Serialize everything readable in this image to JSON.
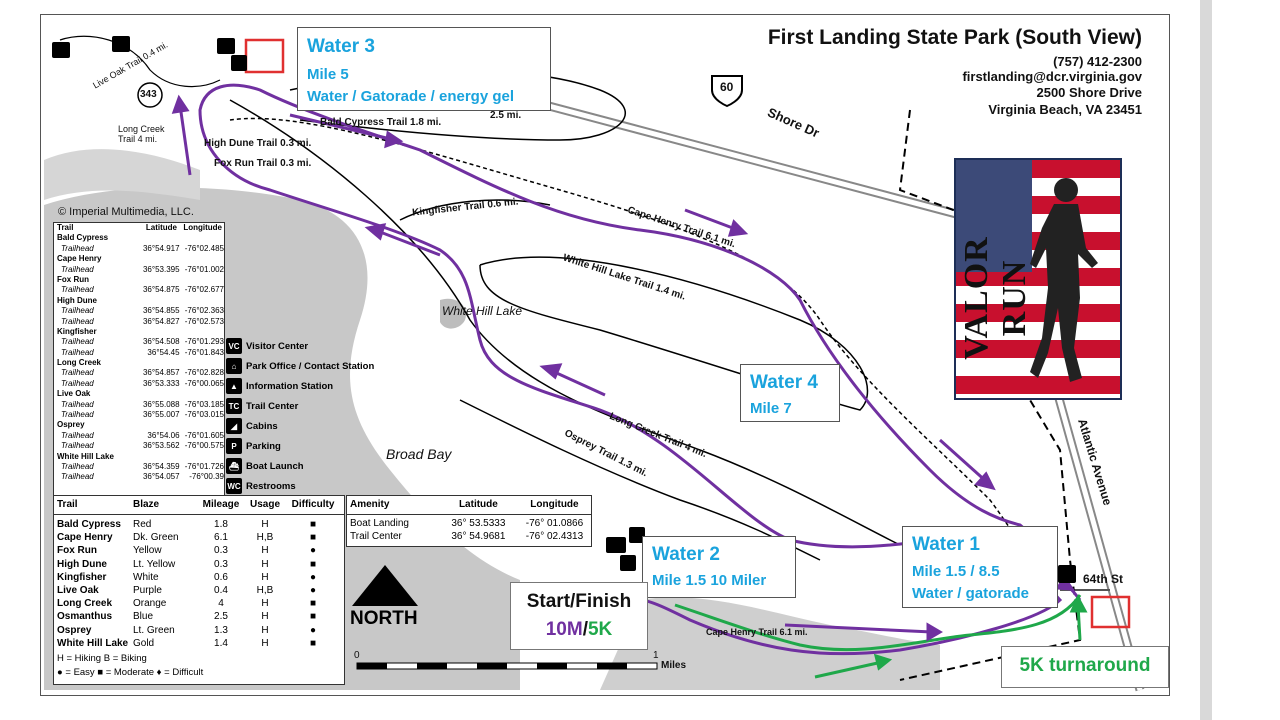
{
  "header": {
    "title": "First Landing State Park (South View)",
    "phone": "(757) 412-2300",
    "email": "firstlanding@dcr.virginia.gov",
    "street": "2500 Shore Drive",
    "city": "Virginia Beach, VA 23451"
  },
  "copyright": "© Imperial Multimedia, LLC.",
  "water_stations": [
    {
      "title": "Water 3",
      "line1": "Mile 5",
      "line2": "Water / Gatorade / energy gel"
    },
    {
      "title": "Water 4",
      "line1": "Mile 7",
      "line2": ""
    },
    {
      "title": "Water 2",
      "line1": "Mile 1.5 10 Miler",
      "line2": ""
    },
    {
      "title": "Water 1",
      "line1": "Mile 1.5 / 8.5",
      "line2": "Water / gatorade"
    }
  ],
  "start_finish": {
    "title": "Start/Finish",
    "ten_mile": "10M",
    "slash": "/",
    "five_k": "5K"
  },
  "turnaround": "5K turnaround",
  "colors": {
    "route_10m": "#7030a0",
    "route_5k": "#1fa84a",
    "water_text": "#1aa3dd",
    "marker": "#e03030"
  },
  "map_labels": {
    "shore_dr": "Shore Dr",
    "route_60": "60",
    "route_343": "343",
    "atlantic_ave": "Atlantic Avenue",
    "st_64": "64th St",
    "broad_bay": "Broad Bay",
    "white_hill_lake": "White Hill Lake",
    "bald_cypress": "Bald Cypress Trail 1.8 mi.",
    "high_dune": "High Dune Trail 0.3 mi.",
    "fox_run": "Fox Run Trail 0.3 mi.",
    "kingfisher": "Kingfisher Trail 0.6 mi.",
    "cape_henry": "Cape Henry Trail 6.1 mi.",
    "white_hill_trail": "White Hill Lake Trail 1.4 mi.",
    "long_creek": "Long Creek Trail 4 mi.",
    "osprey": "Osprey Trail 1.3 mi.",
    "live_oak": "Live Oak Trail 0.4 mi.",
    "long_creek_small": "Long Creek Trail 4 mi.",
    "osmanthus": "2.5 mi.",
    "cape_henry_bottom": "Cape Henry Trail 6.1 mi.",
    "north": "NORTH",
    "scale_0": "0",
    "scale_1": "1",
    "scale_unit": "Miles"
  },
  "coord_table": {
    "headers": [
      "Trail",
      "Latitude",
      "Longitude"
    ],
    "rows": [
      {
        "name": "Bald Cypress",
        "group": true,
        "lat": "",
        "lon": ""
      },
      {
        "name": "Trailhead",
        "group": false,
        "lat": "36°54.917",
        "lon": "-76°02.485"
      },
      {
        "name": "Cape Henry",
        "group": true,
        "lat": "",
        "lon": ""
      },
      {
        "name": "Trailhead",
        "group": false,
        "lat": "36°53.395",
        "lon": "-76°01.002"
      },
      {
        "name": "Fox Run",
        "group": true,
        "lat": "",
        "lon": ""
      },
      {
        "name": "Trailhead",
        "group": false,
        "lat": "36°54.875",
        "lon": "-76°02.677"
      },
      {
        "name": "High Dune",
        "group": true,
        "lat": "",
        "lon": ""
      },
      {
        "name": "Trailhead",
        "group": false,
        "lat": "36°54.855",
        "lon": "-76°02.363"
      },
      {
        "name": "Trailhead",
        "group": false,
        "lat": "36°54.827",
        "lon": "-76°02.573"
      },
      {
        "name": "Kingfisher",
        "group": true,
        "lat": "",
        "lon": ""
      },
      {
        "name": "Trailhead",
        "group": false,
        "lat": "36°54.508",
        "lon": "-76°01.293"
      },
      {
        "name": "Trailhead",
        "group": false,
        "lat": "36°54.45",
        "lon": "-76°01.843"
      },
      {
        "name": "Long Creek",
        "group": true,
        "lat": "",
        "lon": ""
      },
      {
        "name": "Trailhead",
        "group": false,
        "lat": "36°54.857",
        "lon": "-76°02.828"
      },
      {
        "name": "Trailhead",
        "group": false,
        "lat": "36°53.333",
        "lon": "-76°00.065"
      },
      {
        "name": "Live Oak",
        "group": true,
        "lat": "",
        "lon": ""
      },
      {
        "name": "Trailhead",
        "group": false,
        "lat": "36°55.088",
        "lon": "-76°03.185"
      },
      {
        "name": "Trailhead",
        "group": false,
        "lat": "36°55.007",
        "lon": "-76°03.015"
      },
      {
        "name": "Osprey",
        "group": true,
        "lat": "",
        "lon": ""
      },
      {
        "name": "Trailhead",
        "group": false,
        "lat": "36°54.06",
        "lon": "-76°01.605"
      },
      {
        "name": "Trailhead",
        "group": false,
        "lat": "36°53.562",
        "lon": "-76°00.575"
      },
      {
        "name": "White Hill Lake",
        "group": true,
        "lat": "",
        "lon": ""
      },
      {
        "name": "Trailhead",
        "group": false,
        "lat": "36°54.359",
        "lon": "-76°01.726"
      },
      {
        "name": "Trailhead",
        "group": false,
        "lat": "36°54.057",
        "lon": "-76°00.39"
      }
    ]
  },
  "legend": [
    {
      "abbr": "VC",
      "label": "Visitor Center"
    },
    {
      "abbr": "⌂",
      "label": "Park Office / Contact Station"
    },
    {
      "abbr": "▲",
      "label": "Information Station"
    },
    {
      "abbr": "TC",
      "label": "Trail Center"
    },
    {
      "abbr": "◢",
      "label": "Cabins"
    },
    {
      "abbr": "P",
      "label": "Parking"
    },
    {
      "abbr": "⛴",
      "label": "Boat Launch"
    },
    {
      "abbr": "WC",
      "label": "Restrooms"
    }
  ],
  "mileage_table": {
    "headers": [
      "Trail",
      "Blaze",
      "Mileage",
      "Usage",
      "Difficulty"
    ],
    "rows": [
      {
        "trail": "Bald Cypress",
        "blaze": "Red",
        "mileage": "1.8",
        "usage": "H",
        "difficulty": "■"
      },
      {
        "trail": "Cape Henry",
        "blaze": "Dk. Green",
        "mileage": "6.1",
        "usage": "H,B",
        "difficulty": "■"
      },
      {
        "trail": "Fox Run",
        "blaze": "Yellow",
        "mileage": "0.3",
        "usage": "H",
        "difficulty": "●"
      },
      {
        "trail": "High Dune",
        "blaze": "Lt. Yellow",
        "mileage": "0.3",
        "usage": "H",
        "difficulty": "■"
      },
      {
        "trail": "Kingfisher",
        "blaze": "White",
        "mileage": "0.6",
        "usage": "H",
        "difficulty": "●"
      },
      {
        "trail": "Live Oak",
        "blaze": "Purple",
        "mileage": "0.4",
        "usage": "H,B",
        "difficulty": "●"
      },
      {
        "trail": "Long Creek",
        "blaze": "Orange",
        "mileage": "4",
        "usage": "H",
        "difficulty": "■"
      },
      {
        "trail": "Osmanthus",
        "blaze": "Blue",
        "mileage": "2.5",
        "usage": "H",
        "difficulty": "■"
      },
      {
        "trail": "Osprey",
        "blaze": "Lt. Green",
        "mileage": "1.3",
        "usage": "H",
        "difficulty": "●"
      },
      {
        "trail": "White Hill Lake",
        "blaze": "Gold",
        "mileage": "1.4",
        "usage": "H",
        "difficulty": "■"
      }
    ],
    "foot1": "H = Hiking  B = Biking",
    "foot2": "● = Easy  ■ = Moderate  ♦ = Difficult"
  },
  "amenity_table": {
    "headers": [
      "Amenity",
      "Latitude",
      "Longitude"
    ],
    "rows": [
      {
        "name": "Boat Landing",
        "lat": "36° 53.5333",
        "lon": "-76° 01.0866"
      },
      {
        "name": "Trail Center",
        "lat": "36° 54.9681",
        "lon": "-76° 02.4313"
      }
    ]
  },
  "logo_text": "VALOR RUN"
}
